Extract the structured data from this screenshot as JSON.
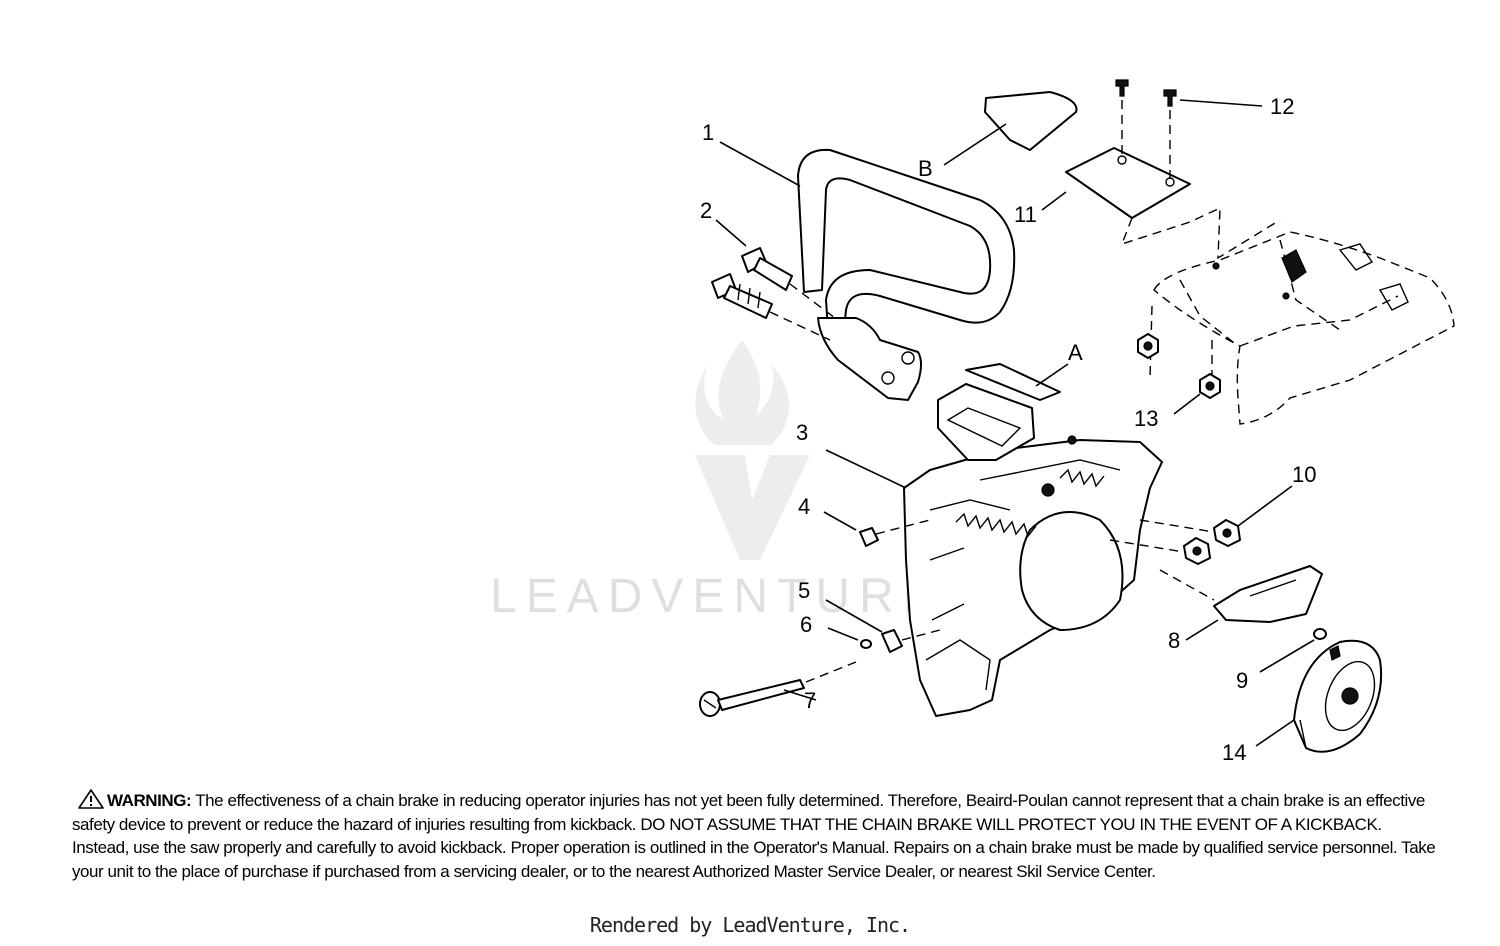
{
  "diagram": {
    "callouts": [
      "1",
      "2",
      "3",
      "4",
      "5",
      "6",
      "7",
      "8",
      "9",
      "10",
      "11",
      "12",
      "13",
      "14",
      "A",
      "B"
    ],
    "watermark": "LEADVENTURE"
  },
  "warning": {
    "label": "WARNING:",
    "text": "The effectiveness of a chain brake in reducing operator injuries has not yet been fully determined. Therefore, Beaird-Poulan cannot represent that a chain brake is an effective safety device to prevent or reduce the hazard of injuries resulting from kickback. DO NOT ASSUME THAT THE CHAIN BRAKE WILL PROTECT YOU IN THE EVENT OF A KICKBACK. Instead, use the saw properly and carefully to avoid kickback. Proper operation is outlined in the Operator's Manual. Repairs on a chain brake must be made by qualified service personnel. Take your unit to the place of purchase if purchased from a servicing dealer, or to the nearest Authorized Master Service Dealer, or nearest Skil Service Center."
  },
  "footer": {
    "text": "Rendered by LeadVenture, Inc."
  }
}
